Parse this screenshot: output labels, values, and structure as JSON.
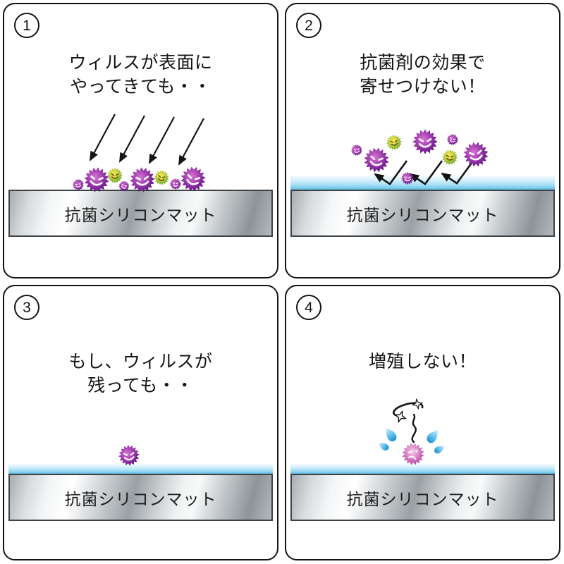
{
  "title": "antibacterial-silicone-mat-4-step-infographic",
  "colors": {
    "panel_border": "#141414",
    "text": "#141414",
    "virus_purple": "#7f2699",
    "virus_green": "#7cb22d",
    "virus_pink_dying": "#c05bae",
    "antibacterial_layer_blue": "#7ccbeb",
    "mat_silver": "#c9ced1",
    "splash_blue": "#1490cc"
  },
  "panels": [
    {
      "number": "1",
      "caption_line1": "ウィルスが表面に",
      "caption_line2": "やってきても・・",
      "mat_label": "抗菌シリコンマット",
      "graphics": "four arrows attacking, eight viruses landing on bare mat"
    },
    {
      "number": "2",
      "caption_line1": "抗菌剤の効果で",
      "caption_line2": "寄せつけない！",
      "mat_label": "抗菌シリコンマット",
      "graphics": "viruses repelled, bounce arrows off blue antibacterial layer"
    },
    {
      "number": "3",
      "caption_line1": "もし、ウィルスが",
      "caption_line2": "残っても・・",
      "mat_label": "抗菌シリコンマット",
      "graphics": "single virus remaining on blue antibacterial layer"
    },
    {
      "number": "4",
      "caption_line1": "増殖しない！",
      "caption_line2": "",
      "mat_label": "抗菌シリコンマット",
      "graphics": "dying virus with splashes and dizzy swirl with stars"
    }
  ]
}
